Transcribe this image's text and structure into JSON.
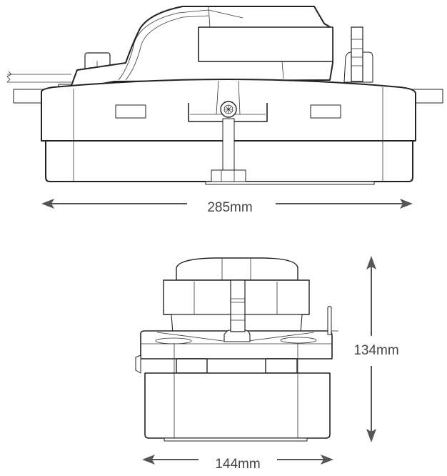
{
  "side_view": {
    "width_label": "285mm"
  },
  "front_view": {
    "width_label": "144mm",
    "height_label": "134mm"
  },
  "colors": {
    "outline": "#222222",
    "dimension": "#555555",
    "text": "#444444"
  }
}
